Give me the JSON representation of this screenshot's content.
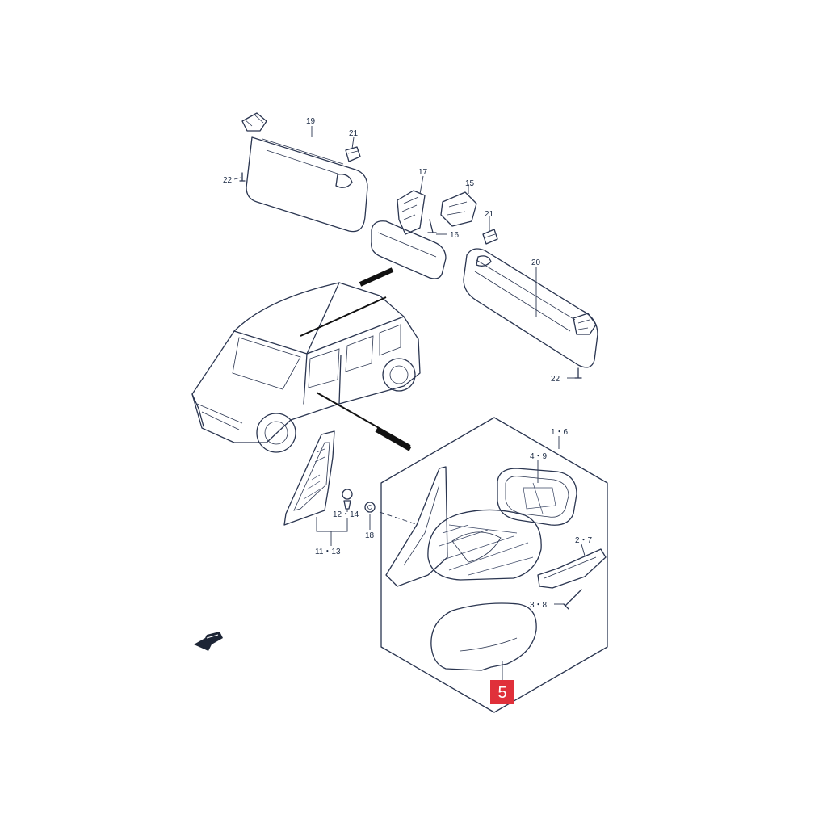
{
  "labels": {
    "p19": "19",
    "p21a": "21",
    "p22a": "22",
    "p17": "17",
    "p15": "15",
    "p21b": "21",
    "p16": "16",
    "p20": "20",
    "p22b": "22",
    "p1_6": "1・6",
    "p4_9": "4・9",
    "p2_7": "2・7",
    "p3_8": "3・8",
    "p12_14": "12・14",
    "p18": "18",
    "p11_13": "11・13"
  },
  "callout": {
    "text": "5",
    "color": "#e0303a"
  },
  "front_arrow_icon": "front-direction-arrow"
}
